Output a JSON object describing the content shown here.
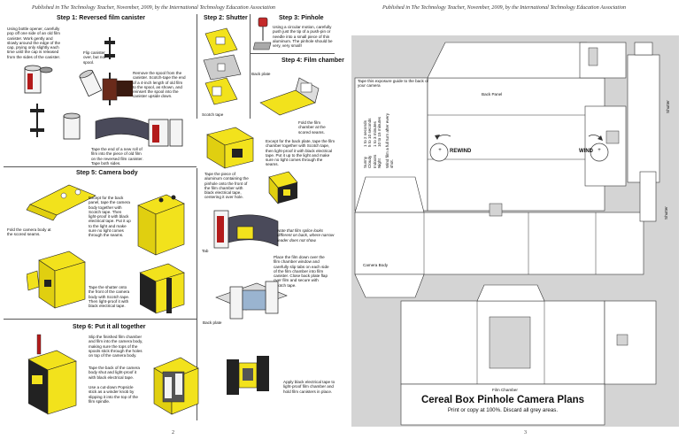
{
  "left_page": {
    "header": "Published in The Technology Teacher, November, 2009, by the International Technology Education Association",
    "page_number": "2",
    "step1": {
      "title": "Step 1: Reversed film canister",
      "text_a": "Using bottle opener, carefully pop off one side of an old film canister. Work gently and slowly around the edge of the cap, prying only slightly each time until the cap is released from the sides of the canister.",
      "text_flip": "Flip canister over, but not spool.",
      "text_remove": "Remove the spool from the canister. Scotch-tape the end of a 4-inch length of old film to the spool, as shown, and reinsert the spool into the canister upside down.",
      "text_tape": "Tape the end of a new roll of film into the piece of old film on the reversed film canister. Tape both sides."
    },
    "step2": {
      "title": "Step 2: Shutter",
      "label_tape": "Scotch tape"
    },
    "step3": {
      "title": "Step 3: Pinhole",
      "text": "Using a circular motion, carefully push just the tip of a push-pin or needle into a small piece of thin aluminum. The pinhole should be very, very small!"
    },
    "step4": {
      "title": "Step 4: Film chamber",
      "label_back": "Back plate",
      "text_fold": "Fold the film chamber at the scored seams.",
      "text_except": "Except for the back plate, tape the film chamber together with Scotch tape, then light-proof it with black electrical tape. Put it up to the light and make sure no light comes through the seams.",
      "text_aluminum": "Tape the piece of aluminum containing the pinhole onto the front of the film chamber with black electrical tape, centering it over hole.",
      "text_note": "Note that film splice looks different on back, where narrow leader does not show.",
      "label_tab": "Tab",
      "text_place": "Place the film down over the film chamber window and carefully slip tabs on each side of the film chamber into film canister. Close back plate flap over film and secure with Scotch tape.",
      "label_back2": "Back plate"
    },
    "step5": {
      "title": "Step 5: Camera body",
      "text_fold": "Fold the camera body at the scored seams.",
      "text_except": "Except for the back panel, tape the camera body together with Scotch tape. Then light-proof it with black electrical tape. Put it up to the light and make sure no light comes through the seams.",
      "text_shutter": "Tape the shutter onto the front of the camera body with Scotch tape. Then light-proof it with black electrical tape."
    },
    "step6": {
      "title": "Step 6: Put it all together",
      "text_slip": "Slip the finished film chamber and film into the camera body, making sure the tops of the spools stick through the holes on top of the camera body.",
      "text_back": "Tape the back of the camera body shut and light-proof it with black electrical tape.",
      "text_popsicle": "Use a cut-down Popsicle stick as a winder knob by slipping it into the top of the film spindle.",
      "text_apply": "Apply black electrical tape to light-proof film chamber and hold film canisters in place."
    }
  },
  "right_page": {
    "header": "Published in The Technology Teacher, November, 2009, by the International Technology Education Association",
    "page_number": "3",
    "guide_title": "Tape this exposure guide to the back of your camera",
    "exposure": {
      "c1": "Sunny",
      "c2": "Cloudy",
      "c3": "Indoors",
      "c4": "Night",
      "v1": "1 to 2 seconds",
      "v2": "5 to 10 seconds",
      "v3": "1 to 3 minutes",
      "v4": "10 to 15 minutes",
      "wind_note": "Wind film a full turn after every shot."
    },
    "label_back_panel": "Back Panel",
    "label_rewind": "REWIND",
    "label_wind": "WIND",
    "label_plus": "+",
    "label_shutter1": "Shutter",
    "label_shutter2": "Shutter",
    "label_camera_body": "Camera Body",
    "label_film_chamber": "Film Chamber",
    "title": "Cereal Box Pinhole Camera Plans",
    "subtitle": "Print or copy at 100%. Discard all grey areas."
  },
  "colors": {
    "yellow": "#f2e21c",
    "grey_sheet": "#d4d4d4",
    "dark": "#222222"
  }
}
